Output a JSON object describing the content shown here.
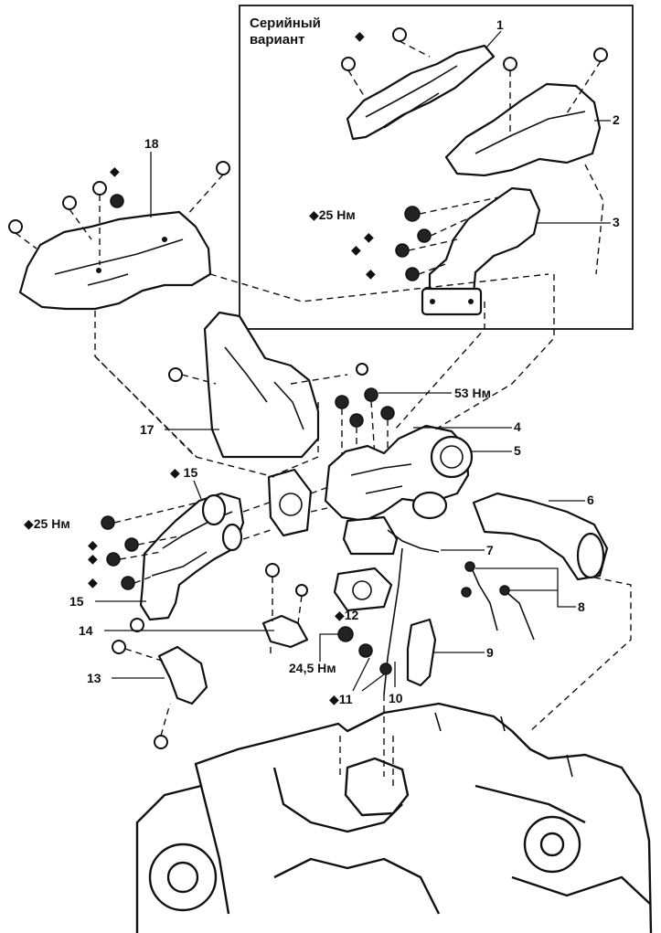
{
  "inset": {
    "title_line1": "Серийный",
    "title_line2": "вариант"
  },
  "callouts": {
    "n1": "1",
    "n2": "2",
    "n3": "3",
    "n4": "4",
    "n5": "5",
    "n6": "6",
    "n7": "7",
    "n8": "8",
    "n9": "9",
    "n10": "10",
    "n11": "◆11",
    "n12": "◆12",
    "n13": "13",
    "n14": "14",
    "n15_upper": "◆ 15",
    "n15_lower": "15",
    "n17": "17",
    "n18": "18"
  },
  "torques": {
    "inset_25": "◆25 Нм",
    "main_25": "◆25 Нм",
    "main_53": "53 Нм",
    "main_24_5": "24,5 Нм"
  },
  "markers": {
    "diamond": "◆"
  }
}
